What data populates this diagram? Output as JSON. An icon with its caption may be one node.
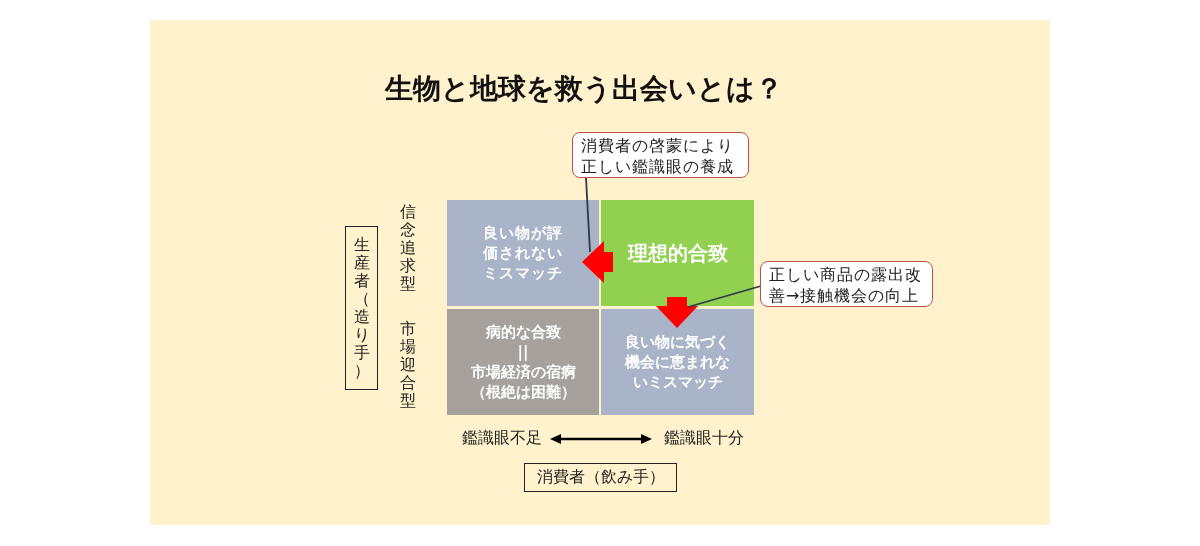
{
  "diagram": {
    "title": "生物と地球を救う出会いとは？",
    "nodes": [
      {
        "text": [
          "良い物が評価されないミスマッチ"
        ]
      },
      {
        "text": [
          "理想的合致"
        ]
      },
      {
        "text": [
          "病的な合致",
          "||",
          "市場経済の宿痾（根絶は困難）"
        ]
      },
      {
        "text": [
          "良い物に気づく機会に恵まれないミスマッチ"
        ]
      },
      {
        "text": [
          "消費者の啓蒙により正しい鑑識眼の養成"
        ]
      },
      {
        "text": [
          "正しい商品の露出改善→接触機会の向上"
        ]
      },
      {
        "text": [
          "生産者（造り手）"
        ]
      },
      {
        "text": [
          "消費者（飲み手）"
        ]
      }
    ],
    "edges": [
      {
        "from": 1,
        "to": 0,
        "arrow": "to",
        "style": "thick",
        "color": "#ff0000"
      },
      {
        "from": 1,
        "to": 3,
        "arrow": "to",
        "style": "thick",
        "color": "#ff0000"
      },
      {
        "from": 4,
        "to": 0,
        "arrow": "none",
        "color": "#2f3b4c"
      },
      {
        "from": 5,
        "to": 1,
        "arrow": "none",
        "color": "#2f3b4c"
      }
    ],
    "labels": [
      "信念追求型",
      "市場迎合型",
      "鑑識眼不足",
      "鑑識眼十分"
    ]
  }
}
